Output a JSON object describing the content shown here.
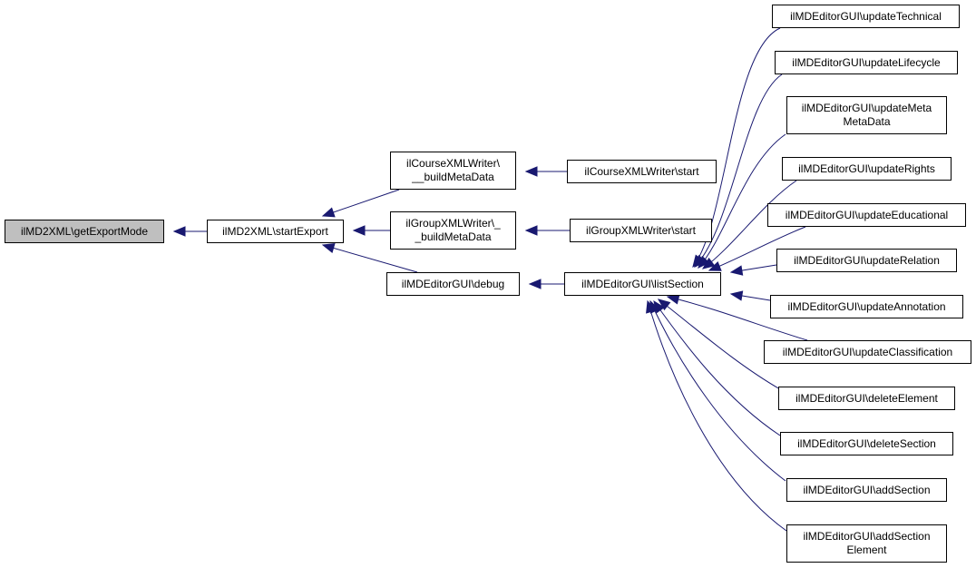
{
  "colors": {
    "edge": "#191970",
    "node_border": "#000000",
    "root_fill": "#bfbfbf",
    "node_fill": "#ffffff"
  },
  "nodes": {
    "getExportMode": "ilMD2XML\\getExportMode",
    "startExport": "ilMD2XML\\startExport",
    "courseBuild": "ilCourseXMLWriter\\\n__buildMetaData",
    "groupBuild": "ilGroupXMLWriter\\_\n_buildMetaData",
    "debug": "ilMDEditorGUI\\debug",
    "courseStart": "ilCourseXMLWriter\\start",
    "groupStart": "ilGroupXMLWriter\\start",
    "listSection": "ilMDEditorGUI\\listSection",
    "updateTechnical": "ilMDEditorGUI\\updateTechnical",
    "updateLifecycle": "ilMDEditorGUI\\updateLifecycle",
    "updateMetaMetaData": "ilMDEditorGUI\\updateMeta\nMetaData",
    "updateRights": "ilMDEditorGUI\\updateRights",
    "updateEducational": "ilMDEditorGUI\\updateEducational",
    "updateRelation": "ilMDEditorGUI\\updateRelation",
    "updateAnnotation": "ilMDEditorGUI\\updateAnnotation",
    "updateClassification": "ilMDEditorGUI\\updateClassification",
    "deleteElement": "ilMDEditorGUI\\deleteElement",
    "deleteSection": "ilMDEditorGUI\\deleteSection",
    "addSection": "ilMDEditorGUI\\addSection",
    "addSectionElement": "ilMDEditorGUI\\addSection\nElement"
  },
  "edges": [
    [
      "startExport",
      "getExportMode"
    ],
    [
      "courseBuild",
      "startExport"
    ],
    [
      "groupBuild",
      "startExport"
    ],
    [
      "debug",
      "startExport"
    ],
    [
      "courseStart",
      "courseBuild"
    ],
    [
      "groupStart",
      "groupBuild"
    ],
    [
      "listSection",
      "debug"
    ],
    [
      "updateTechnical",
      "listSection"
    ],
    [
      "updateLifecycle",
      "listSection"
    ],
    [
      "updateMetaMetaData",
      "listSection"
    ],
    [
      "updateRights",
      "listSection"
    ],
    [
      "updateEducational",
      "listSection"
    ],
    [
      "updateRelation",
      "listSection"
    ],
    [
      "updateAnnotation",
      "listSection"
    ],
    [
      "updateClassification",
      "listSection"
    ],
    [
      "deleteElement",
      "listSection"
    ],
    [
      "deleteSection",
      "listSection"
    ],
    [
      "addSection",
      "listSection"
    ],
    [
      "addSectionElement",
      "listSection"
    ]
  ]
}
